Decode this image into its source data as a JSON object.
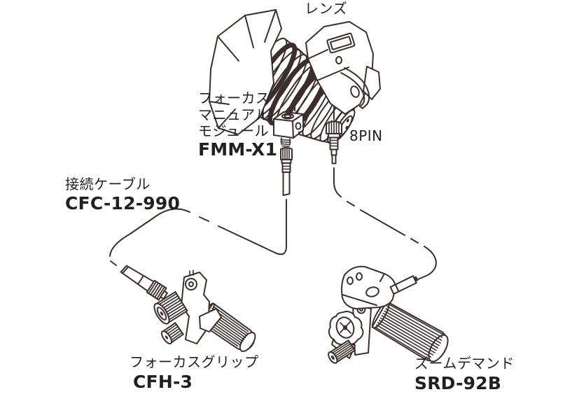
{
  "diagram": {
    "title_context": "lens accessory connection diagram",
    "colors": {
      "background": "#ffffff",
      "line": "#3a2f2b",
      "text": "#231f20"
    },
    "labels": {
      "lens": "レンズ",
      "fmm_module_lines": [
        "フォーカス",
        "マニュアル",
        "モジュール"
      ],
      "fmm_model": "FMM-X1",
      "pin8": "8PIN",
      "cable_name": "接続ケーブル",
      "cable_model": "CFC-12-990",
      "focus_grip_name": "フォーカスグリップ",
      "focus_grip_model": "CFH-3",
      "zoom_demand_name": "ズームデマンド",
      "zoom_demand_model": "SRD-92B"
    },
    "parts": [
      {
        "name": "レンズ",
        "model": ""
      },
      {
        "name": "フォーカスマニュアルモジュール",
        "model": "FMM-X1"
      },
      {
        "name": "接続ケーブル",
        "model": "CFC-12-990"
      },
      {
        "name": "フォーカスグリップ",
        "model": "CFH-3"
      },
      {
        "name": "ズームデマンド",
        "model": "SRD-92B"
      },
      {
        "name": "8PIN",
        "model": ""
      }
    ]
  }
}
